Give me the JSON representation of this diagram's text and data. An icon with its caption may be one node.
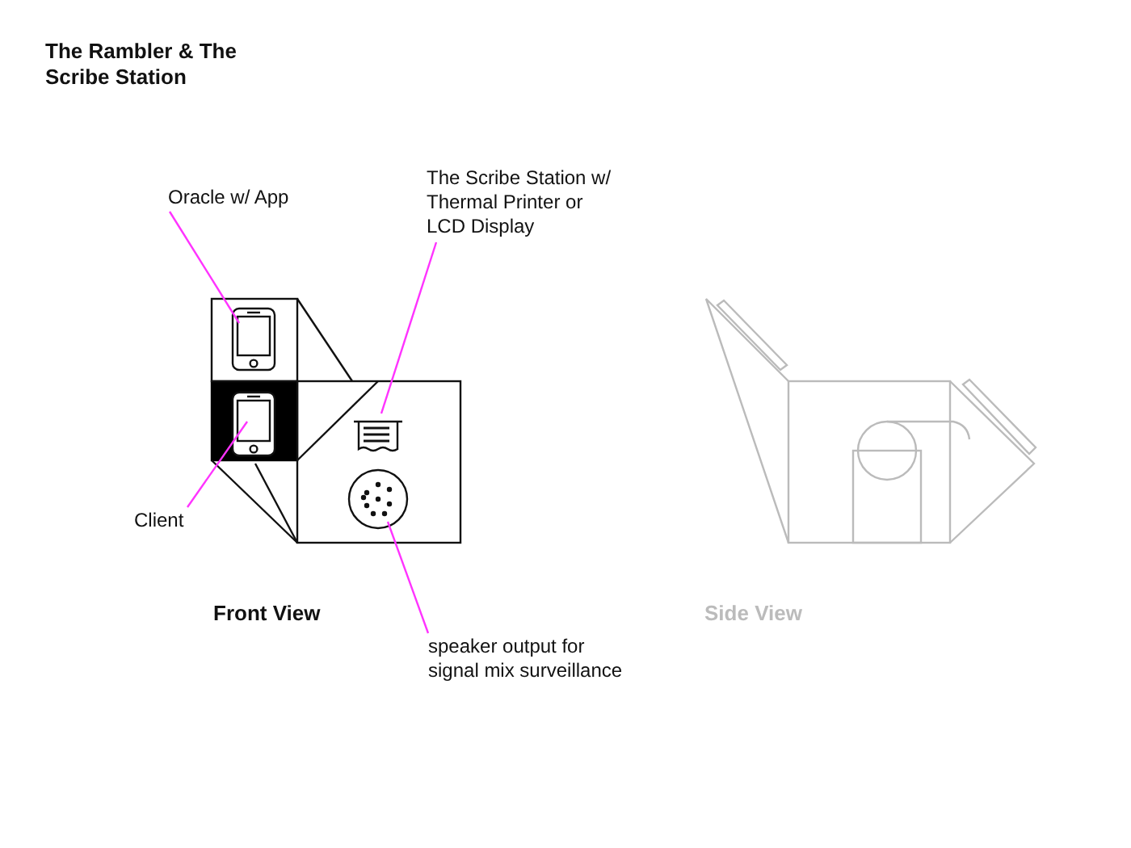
{
  "diagram": {
    "title": "The Rambler & The Scribe Station",
    "nodes": [
      {
        "text": [
          "Oracle w/ App"
        ]
      },
      {
        "text": [
          "The Scribe Station w/ Thermal Printer or LCD Display"
        ]
      },
      {
        "text": [
          "Client"
        ]
      },
      {
        "text": [
          "speaker output for signal mix surveillance"
        ]
      },
      {
        "text": [],
        "shape": "phone"
      },
      {
        "text": [],
        "shape": "receipt"
      },
      {
        "text": [],
        "shape": "phone"
      },
      {
        "text": [],
        "shape": "circle"
      }
    ],
    "edges": [
      {
        "from": 0,
        "to": 4,
        "arrow": "none"
      },
      {
        "from": 1,
        "to": 5,
        "arrow": "none"
      },
      {
        "from": 2,
        "to": 6,
        "arrow": "none"
      },
      {
        "from": 3,
        "to": 7,
        "arrow": "none"
      }
    ],
    "labels": [
      "Front View",
      "Side View"
    ]
  }
}
